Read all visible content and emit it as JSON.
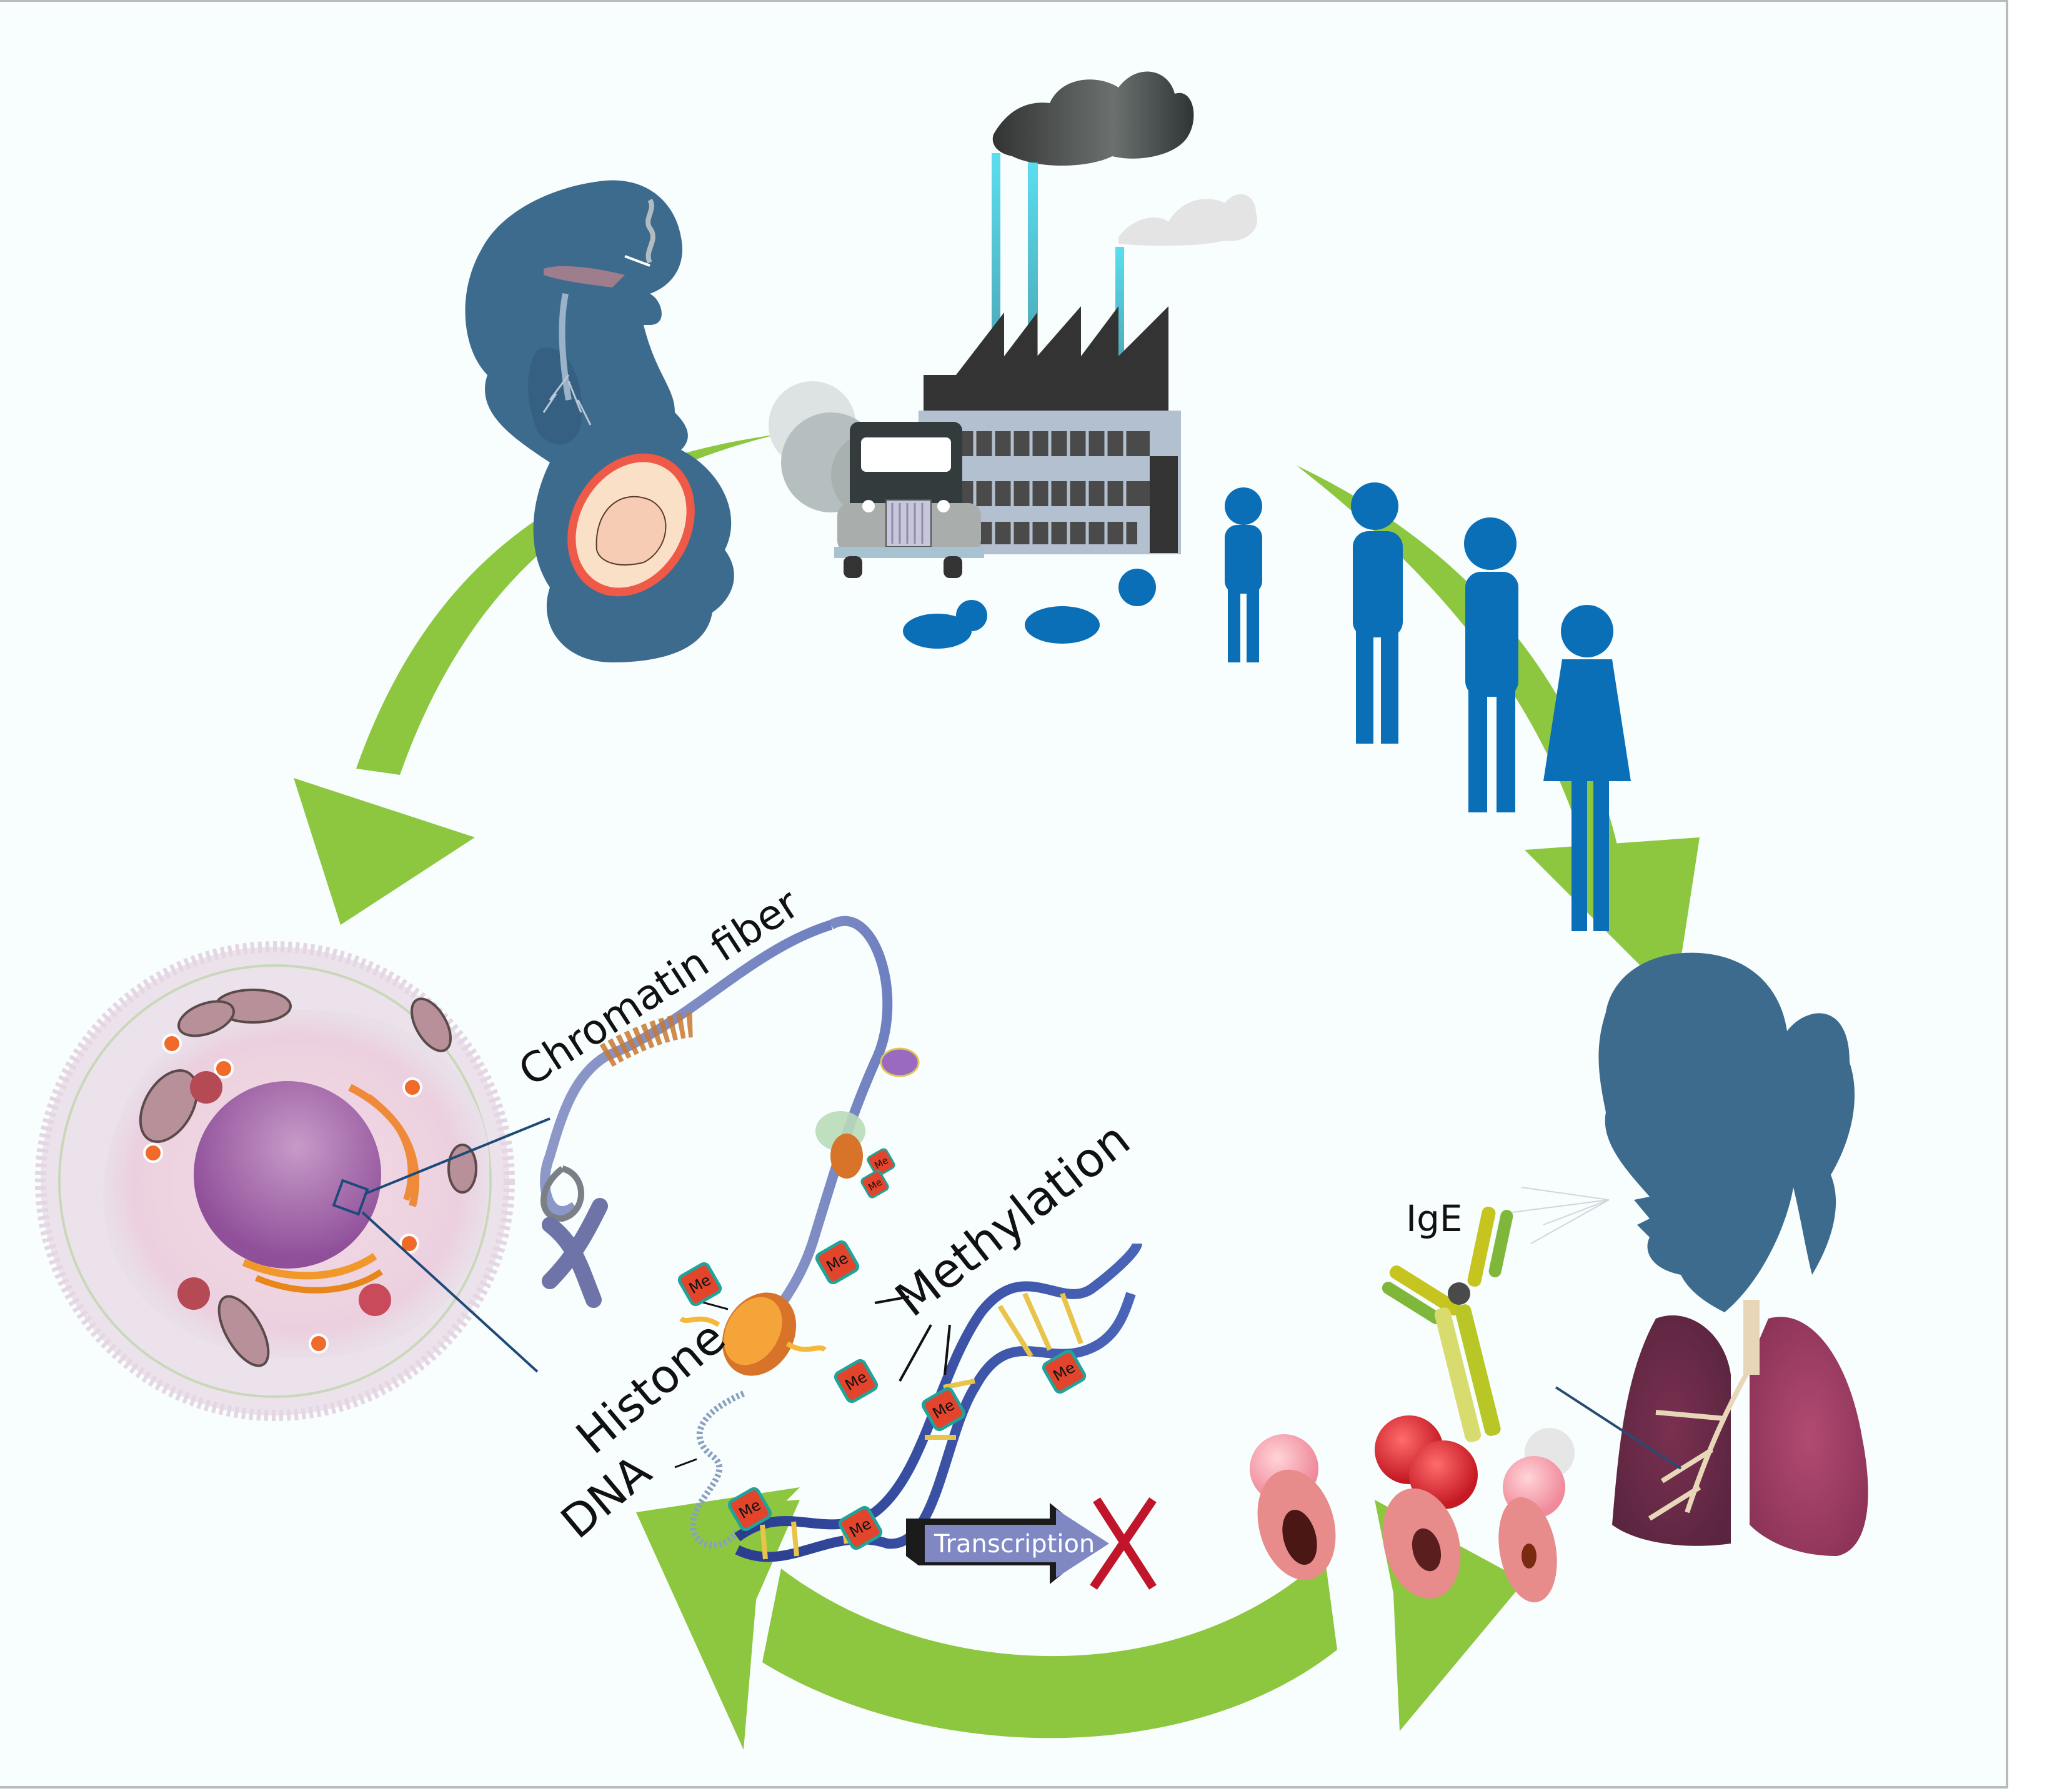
{
  "labels": {
    "chromatin_fiber": "Chromatin fiber",
    "methylation": "Methylation",
    "histone": "Histone",
    "dna": "DNA",
    "transcription": "Transcription",
    "ige": "IgE",
    "me": "Me"
  },
  "colors": {
    "arrow_green": "#8dc63f",
    "silhouette_slate": "#3d6b8e",
    "child_blue": "#0b6fb8",
    "transcription_arrow": "#8088c4",
    "block_x_red": "#c0152a",
    "methyl_tag": "#e2452c",
    "methyl_border": "#1fa39a",
    "background": "#f8fdfd"
  },
  "stages": [
    {
      "name": "pregnant-smoking-mother"
    },
    {
      "name": "air-pollution-factory-truck"
    },
    {
      "name": "growing-children"
    },
    {
      "name": "child-with-asthma-lungs"
    },
    {
      "name": "epigenetic-cell-dna-methylation"
    }
  ]
}
